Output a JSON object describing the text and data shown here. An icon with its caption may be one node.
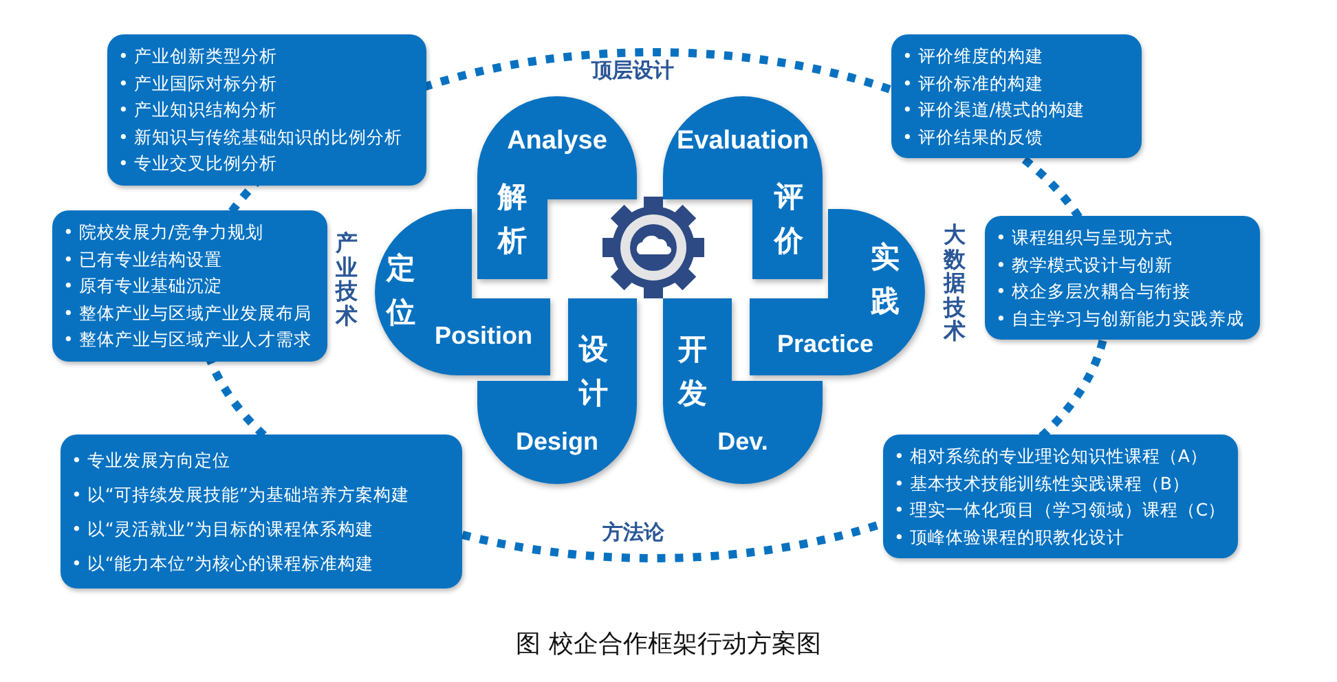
{
  "diagram": {
    "caption": "图 校企合作框架行动方案图",
    "nodes": [
      {
        "text": [
          "• 产业创新类型分析",
          "• 产业国际对标分析",
          "• 产业知识结构分析",
          "• 新知识与传统基础知识的比例分析",
          "• 专业交叉比例分析"
        ]
      },
      {
        "text": [
          "• 评价维度的构建",
          "• 评价标准的构建",
          "• 评价渠道/模式的构建",
          "• 评价结果的反馈"
        ]
      },
      {
        "text": [
          "Analyse",
          "解析"
        ]
      },
      {
        "text": [
          "Evaluation",
          "评价"
        ]
      },
      {
        "text": [
          "• 院校发展力/竞争力规划",
          "• 已有专业结构设置",
          "• 原有专业基础沉淀",
          "• 整体产业与区域产业发展布局",
          "• 整体产业与区域产业人才需求"
        ]
      },
      {
        "text": [
          "定位",
          "Position"
        ]
      },
      {
        "text": [
          "实践",
          "Practice"
        ]
      },
      {
        "text": [
          "• 课程组织与呈现方式",
          "• 教学模式设计与创新",
          "• 校企多层次耦合与衔接",
          "• 自主学习与创新能力实践养成"
        ]
      },
      {
        "text": [
          "设计",
          "Design"
        ]
      },
      {
        "text": [
          "开发",
          "Dev."
        ]
      },
      {
        "text": [
          "• 专业发展方向定位",
          "• 以“可持续发展技能”为基础培养方案构建",
          "• 以“灵活就业”为目标的课程体系构建",
          "• 以“能力本位”为核心的课程标准构建"
        ]
      },
      {
        "text": [
          "• 相对系统的专业理论知识性课程（A）",
          "• 基本技术技能训练性实践课程（B）",
          "• 理实一体化项目（学习领域）课程（C）",
          "• 顶峰体验课程的职教化设计"
        ]
      }
    ],
    "labels": [
      "顶层设计",
      "产业技术",
      "大数据技术",
      "方法论"
    ]
  }
}
